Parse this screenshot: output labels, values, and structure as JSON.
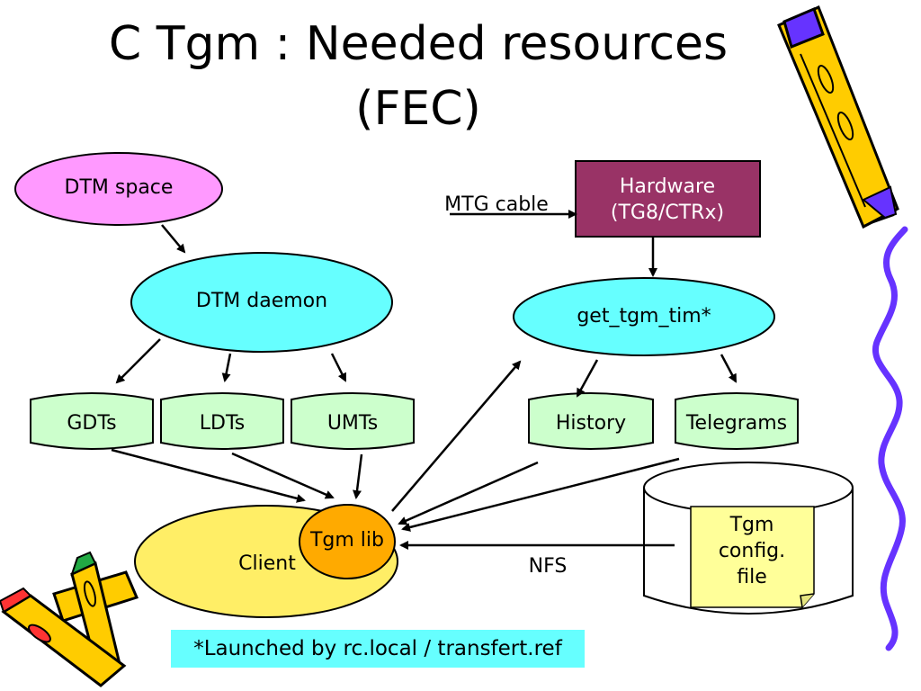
{
  "title": {
    "line1": "C Tgm : Needed resources",
    "line2": "(FEC)"
  },
  "nodes": {
    "dtm_space": "DTM space",
    "dtm_daemon": "DTM daemon",
    "hardware_line1": "Hardware",
    "hardware_line2": "(TG8/CTRx)",
    "get_tgm_tim": "get_tgm_tim*",
    "gdts": "GDTs",
    "ldts": "LDTs",
    "umts": "UMTs",
    "history": "History",
    "telegrams": "Telegrams",
    "client": "Client",
    "tgm_lib": "Tgm lib",
    "config_line1": "Tgm",
    "config_line2": "config.",
    "config_line3": "file"
  },
  "edge_labels": {
    "mtg_cable": "MTG cable",
    "nfs": "NFS"
  },
  "footer": "*Launched by rc.local / transfert.ref",
  "colors": {
    "dtm_space": "#ff99ff",
    "daemon": "#66ffff",
    "hardware": "#993366",
    "document": "#ccffcc",
    "client": "#ffee66",
    "tgm_lib": "#ffaa00",
    "config_note": "#ffff99",
    "footer": "#66ffff",
    "squiggle": "#6633ff"
  },
  "icons": [
    "pencil-clipart-icon",
    "crayons-clipart-icon",
    "squiggle-border"
  ]
}
